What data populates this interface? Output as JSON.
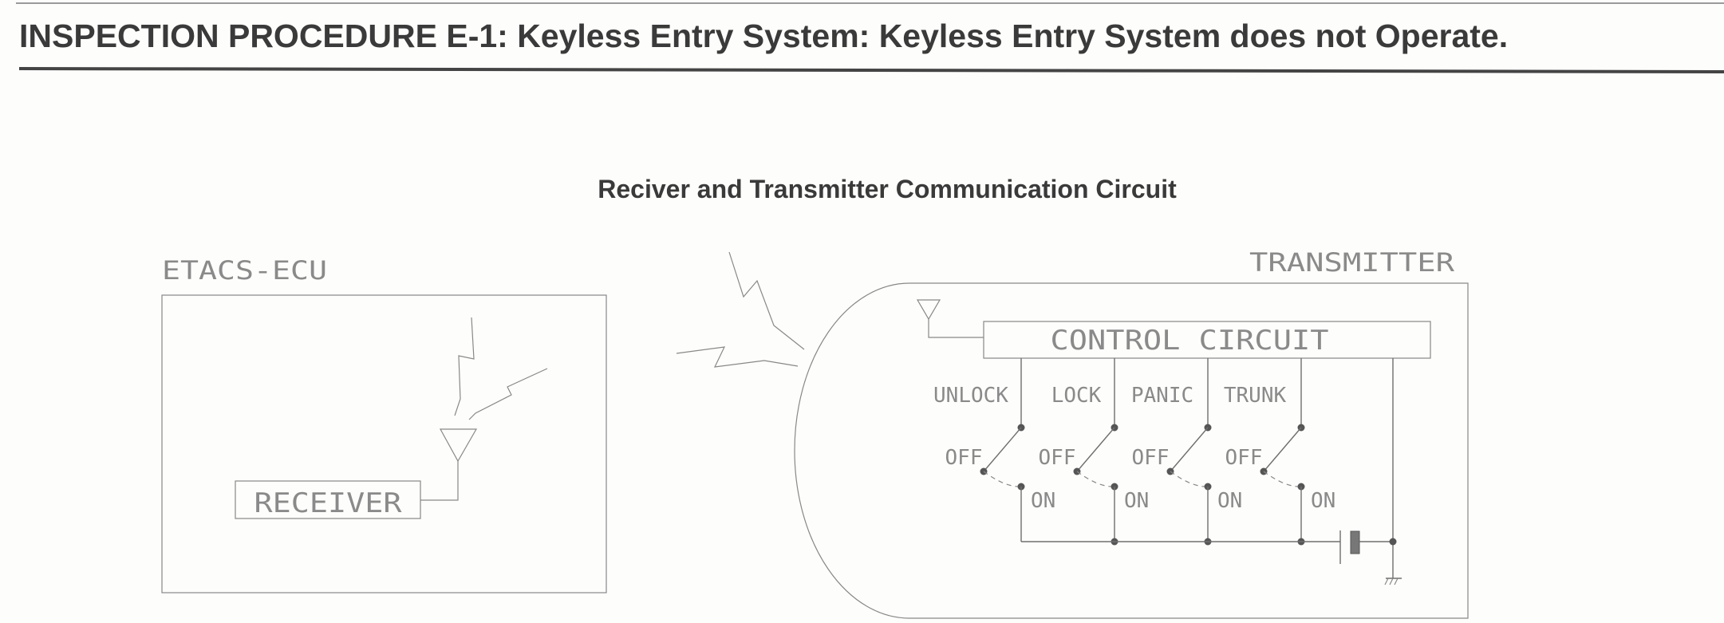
{
  "header": {
    "title": "INSPECTION PROCEDURE E-1: Keyless Entry System: Keyless Entry System does not Operate."
  },
  "diagram": {
    "title": "Reciver and Transmitter Communication Circuit",
    "ecu_label": "ETACS-ECU",
    "receiver_label": "RECEIVER",
    "transmitter_label": "TRANSMITTER",
    "control_circuit_label": "CONTROL CIRCUIT",
    "switches": [
      {
        "name": "UNLOCK",
        "off": "OFF",
        "on": "ON"
      },
      {
        "name": "LOCK",
        "off": "OFF",
        "on": "ON"
      },
      {
        "name": "PANIC",
        "off": "OFF",
        "on": "ON"
      },
      {
        "name": "TRUNK",
        "off": "OFF",
        "on": "ON"
      }
    ],
    "colors": {
      "line": "#6e6e6e",
      "text": "#8a8a8a",
      "heading": "#3a3a3a",
      "battery": "#777777"
    }
  }
}
